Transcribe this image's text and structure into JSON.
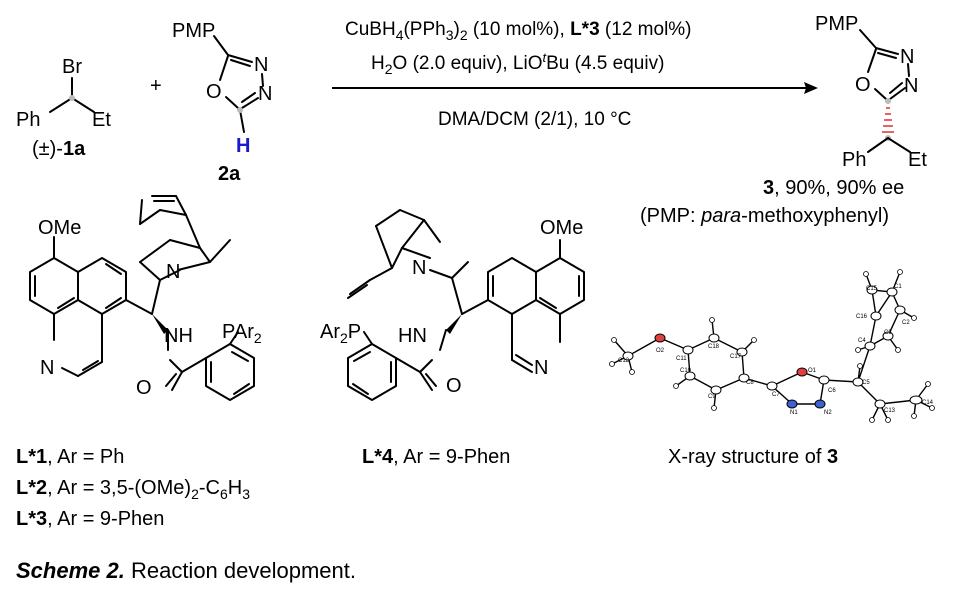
{
  "substrate_1a": {
    "br": "Br",
    "ph": "Ph",
    "et": "Et",
    "label_prefix": "(±)-",
    "label_bold": "1a"
  },
  "plus": "+",
  "reagent_2a": {
    "pmp": "PMP",
    "n1": "N",
    "n2": "N",
    "o": "O",
    "h": "H",
    "label": "2a",
    "h_color": "#1a1acc"
  },
  "conditions": {
    "line1_a": "CuBH",
    "line1_sub1": "4",
    "line1_b": "(PPh",
    "line1_sub2": "3",
    "line1_c": ")",
    "line1_sub3": "2",
    "line1_d": " (10 mol%), ",
    "line1_l": "L*3",
    "line1_e": " (12 mol%)",
    "line2_a": "H",
    "line2_sub": "2",
    "line2_b": "O (2.0 equiv), LiO",
    "line2_sup": "t",
    "line2_c": "Bu (4.5 equiv)",
    "line3": "DMA/DCM (2/1), 10 °C"
  },
  "product_3": {
    "pmp": "PMP",
    "n1": "N",
    "n2": "N",
    "o": "O",
    "ph": "Ph",
    "et": "Et",
    "label_bold": "3",
    "label_rest": ", 90%, 90% ee",
    "note_a": "(PMP: ",
    "note_italic": "para",
    "note_b": "-methoxyphenyl)"
  },
  "ligand_left": {
    "ome": "OMe",
    "n_ring": "N",
    "n_quin": "N",
    "nh": "NH",
    "o": "O",
    "par2_a": "PAr",
    "par2_sub": "2"
  },
  "ligand_right": {
    "ome": "OMe",
    "n_ring": "N",
    "n_quin": "N",
    "hn": "HN",
    "o": "O",
    "ar2p_a": "Ar",
    "ar2p_sub": "2",
    "ar2p_b": "P"
  },
  "ligand_list": [
    {
      "bold": "L*1",
      "rest": ", Ar = Ph"
    },
    {
      "bold": "L*2",
      "rest_a": ", Ar = 3,5-(OMe)",
      "sub1": "2",
      "rest_b": "-C",
      "sub2": "6",
      "rest_c": "H",
      "sub3": "3"
    },
    {
      "bold": "L*3",
      "rest": ", Ar = 9-Phen"
    }
  ],
  "ligand_4": {
    "bold": "L*4",
    "rest": ", Ar = 9-Phen"
  },
  "xray": {
    "caption_a": "X-ray structure of ",
    "caption_bold": "3",
    "atom_labels": [
      "C12",
      "O2",
      "C11",
      "C10",
      "C9",
      "C18",
      "C17",
      "C8",
      "C7",
      "O1",
      "N1",
      "N2",
      "C6",
      "C5",
      "C13",
      "C14",
      "C15",
      "C16",
      "C1",
      "C2",
      "C3",
      "C4"
    ],
    "oxygen_color": "#e04040",
    "nitrogen_color": "#4060d0"
  },
  "caption": {
    "label": "Scheme 2.",
    "text": " Reaction development."
  }
}
